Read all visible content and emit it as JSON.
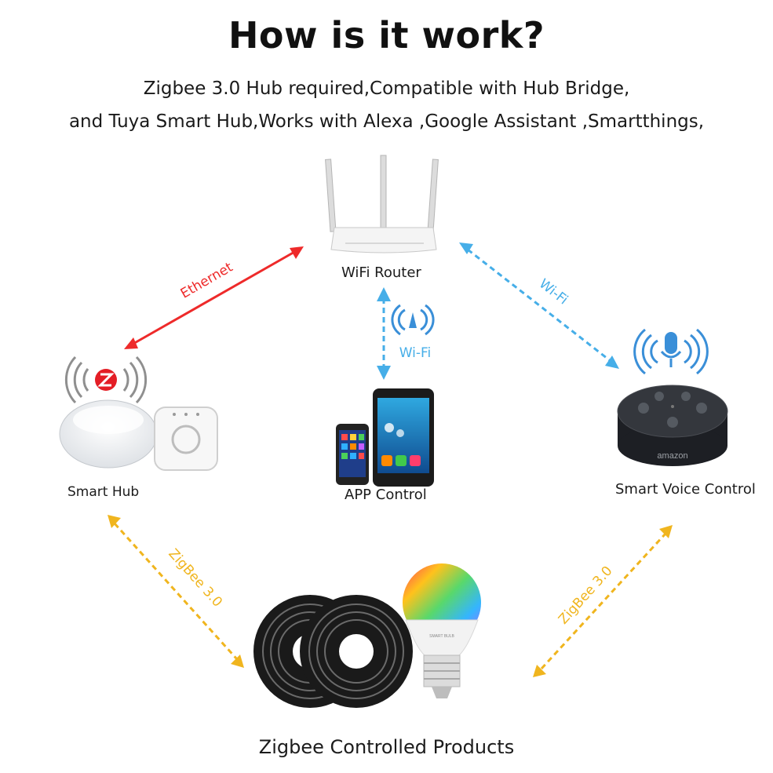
{
  "header": {
    "title": "How is it work?",
    "subtitle_line1": "Zigbee 3.0 Hub required,Compatible with Hub Bridge,",
    "subtitle_line2": "and Tuya Smart Hub,Works with Alexa ,Google Assistant ,Smartthings,"
  },
  "nodes": {
    "router": "WiFi Router",
    "hub": "Smart Hub",
    "app": "APP Control",
    "voice": "Smart Voice Control",
    "products": "Zigbee Controlled Products"
  },
  "links": {
    "ethernet": "Ethernet",
    "wifi_app": "Wi-Fi",
    "wifi_voice": "Wi-Fi",
    "zigbee_left": "ZigBee 3.0",
    "zigbee_right": "ZigBee 3.0"
  },
  "device_text": {
    "speaker_brand": "amazon",
    "bulb_label": "SMART BULB"
  },
  "colors": {
    "ethernet": "#ee2a2a",
    "wifi": "#46aee8",
    "zigbee": "#f0b51e",
    "zigbee_logo": "#e41e26",
    "speaker": "#1d1f24"
  }
}
